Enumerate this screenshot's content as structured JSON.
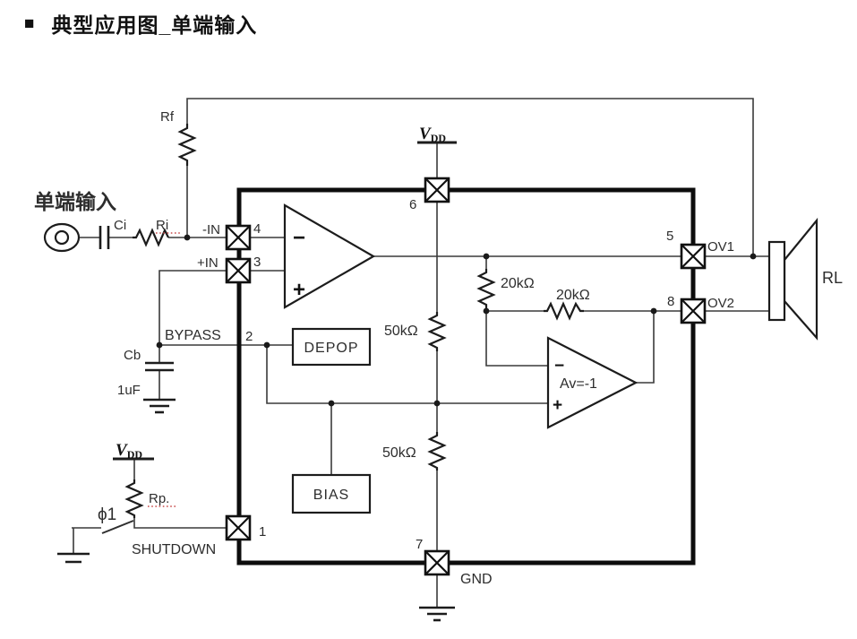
{
  "page": {
    "bullet": "■",
    "title": "典型应用图_单端输入"
  },
  "colors": {
    "background": "#ffffff",
    "wire": "#3a3a3a",
    "outline": "#111111",
    "text": "#2d2d2d",
    "spellcheck_underline": "#c84b4b"
  },
  "input": {
    "source_label": "单端输入",
    "coupling_cap": "Ci",
    "input_res": "Ri",
    "feedback_res": "Rf"
  },
  "pins": {
    "p1": {
      "num": "1",
      "name": "SHUTDOWN"
    },
    "p2": {
      "num": "2",
      "name": "BYPASS"
    },
    "p3": {
      "num": "3",
      "name": "+IN"
    },
    "p4": {
      "num": "4",
      "name": "-IN"
    },
    "p5": {
      "num": "5",
      "name": "OV1"
    },
    "p6": {
      "num": "6"
    },
    "p7": {
      "num": "7",
      "name": "GND"
    },
    "p8": {
      "num": "8",
      "name": "OV2"
    }
  },
  "power": {
    "vdd_letter": "V",
    "vdd_sub": "DD"
  },
  "bypass_net": {
    "cap": "Cb",
    "value": "1uF"
  },
  "shutdown_net": {
    "pullup_res": "Rp.",
    "phase": "ϕ1"
  },
  "internal": {
    "depop": "DEPOP",
    "bias": "BIAS",
    "r50k_top": "50kΩ",
    "r50k_bottom": "50kΩ",
    "r20k_vert": "20kΩ",
    "r20k_horiz": "20kΩ",
    "amp1": {
      "minus": "−",
      "plus": "+"
    },
    "amp2": {
      "minus": "−",
      "plus": "+",
      "gain": "Av=-1"
    }
  },
  "output": {
    "load": "RL"
  }
}
